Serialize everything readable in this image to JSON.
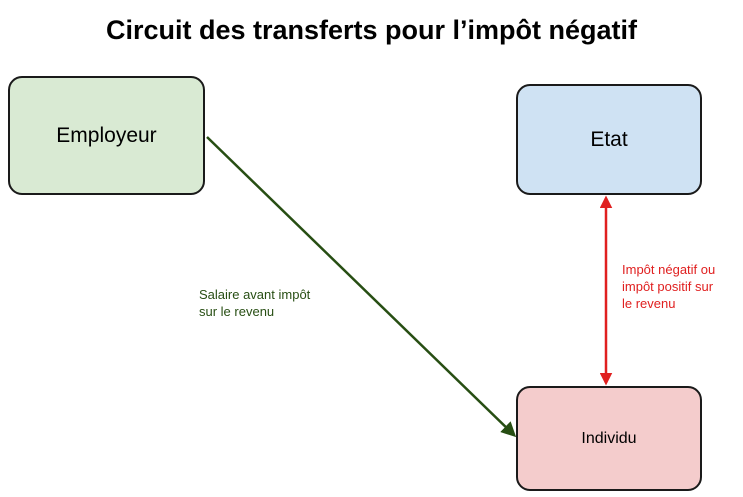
{
  "title": "Circuit des transferts pour l’impôt négatif",
  "nodes": {
    "employer": {
      "label": "Employeur",
      "fill": "#d9ead3"
    },
    "state": {
      "label": "Etat",
      "fill": "#cfe2f3"
    },
    "individual": {
      "label": "Individu",
      "fill": "#f4cccc"
    }
  },
  "flows": {
    "salary": {
      "line1": "Salaire avant impôt",
      "line2": "sur le revenu",
      "color": "#274e13",
      "direction": "employer-to-individual"
    },
    "tax": {
      "line1": "Impôt négatif ou",
      "line2": "impôt positif sur",
      "line3": "le revenu",
      "color": "#e02020",
      "direction": "bidirectional-state-individual"
    }
  }
}
